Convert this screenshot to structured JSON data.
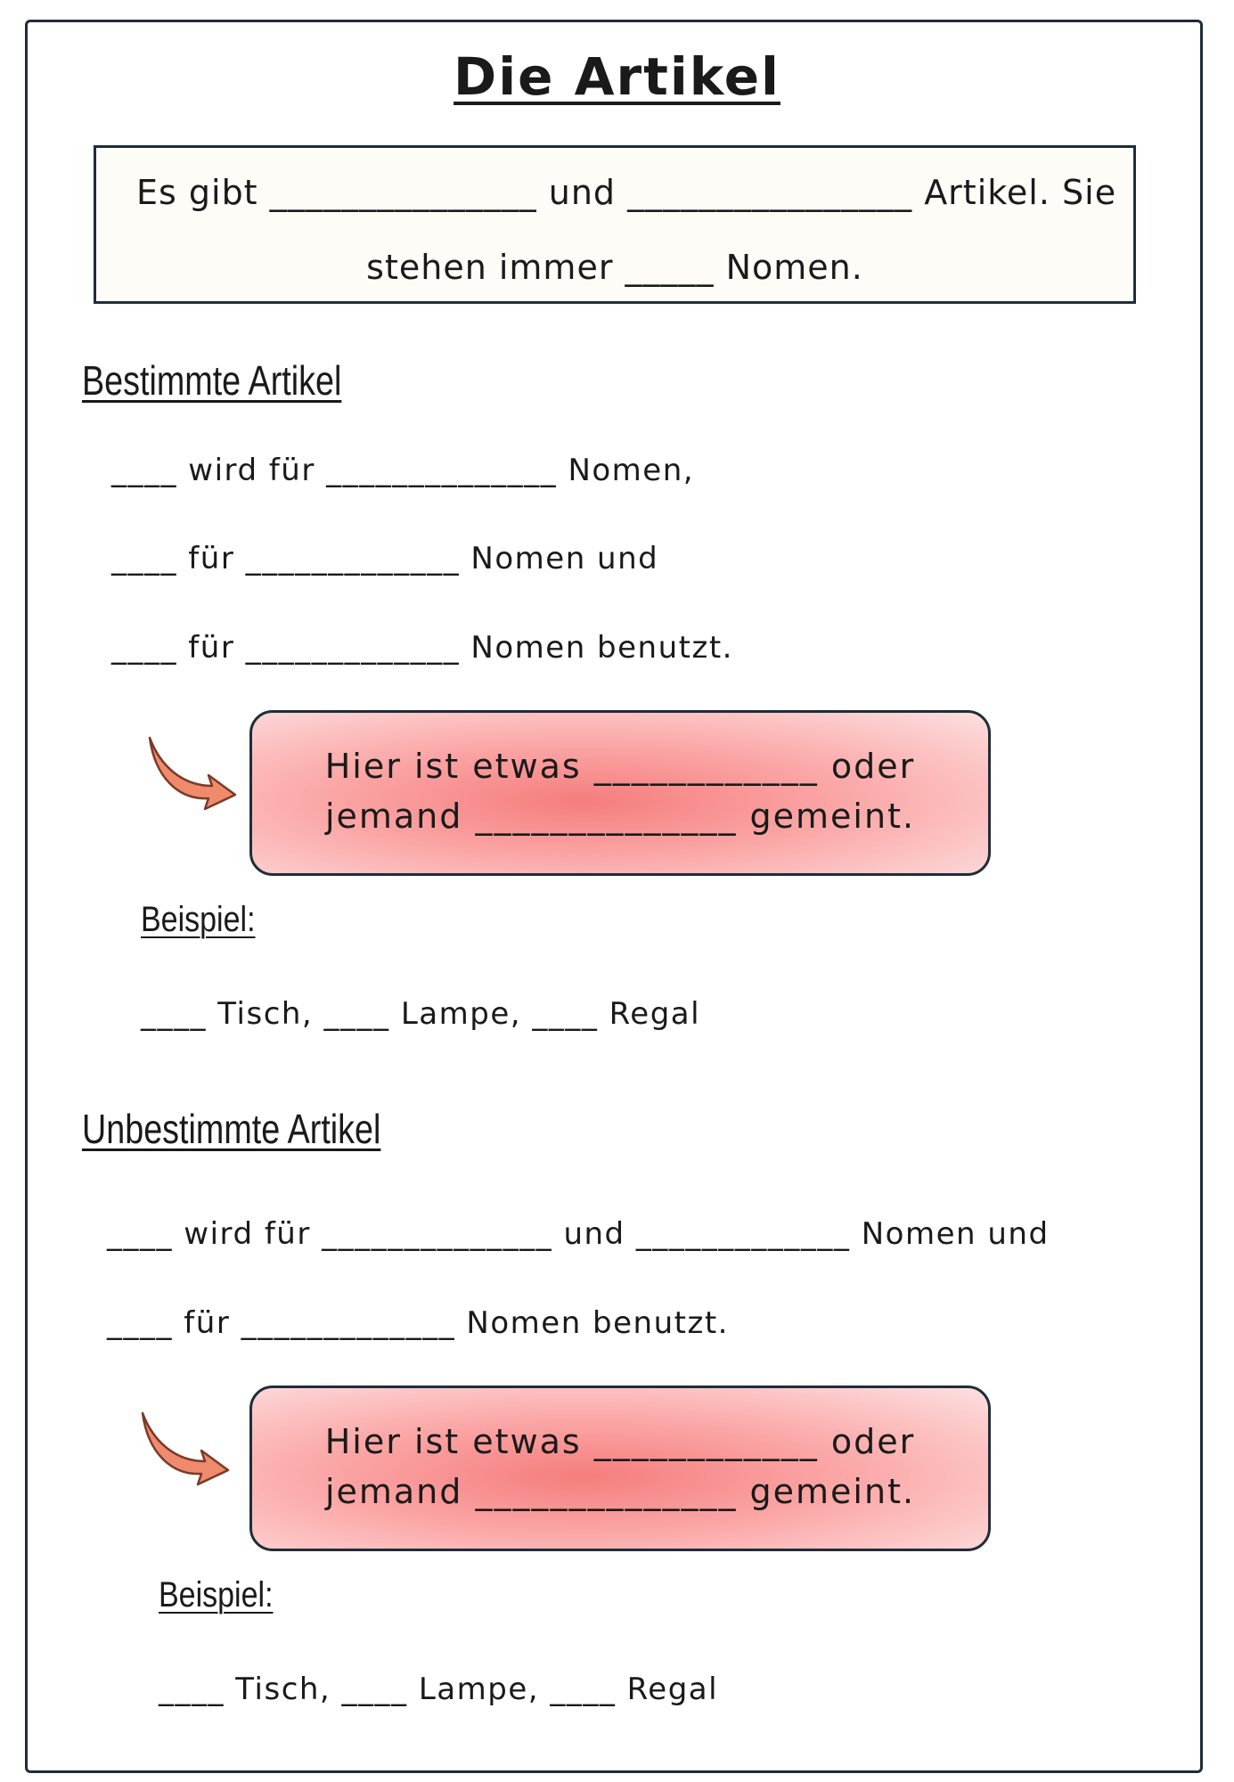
{
  "title": "Die Artikel",
  "intro": {
    "line1": "Es gibt _______________ und ________________  Artikel. Sie",
    "line2": "stehen immer _____ Nomen."
  },
  "sections": [
    {
      "heading": "Bestimmte Artikel",
      "lines": [
        "____ wird für ______________ Nomen,",
        "____ für _____________ Nomen und",
        "____ für _____________ Nomen benutzt."
      ],
      "note": {
        "line1": "Hier ist etwas ____________ oder",
        "line2": "jemand ______________ gemeint."
      },
      "example_label": "Beispiel:",
      "example": "____ Tisch, ____ Lampe, ____ Regal"
    },
    {
      "heading": "Unbestimmte Artikel",
      "lines": [
        "____ wird für ______________ und _____________ Nomen und",
        "____ für _____________ Nomen benutzt."
      ],
      "note": {
        "line1": "Hier ist etwas ____________ oder",
        "line2": "jemand ______________ gemeint."
      },
      "example_label": "Beispiel:",
      "example": "____ Tisch, ____ Lampe, ____ Regal"
    }
  ],
  "icons": [
    "curved-arrow-icon"
  ],
  "colors": {
    "border": "#1f2d3a",
    "note_fill": "#f57d7d",
    "arrow": "#f08a6c"
  }
}
